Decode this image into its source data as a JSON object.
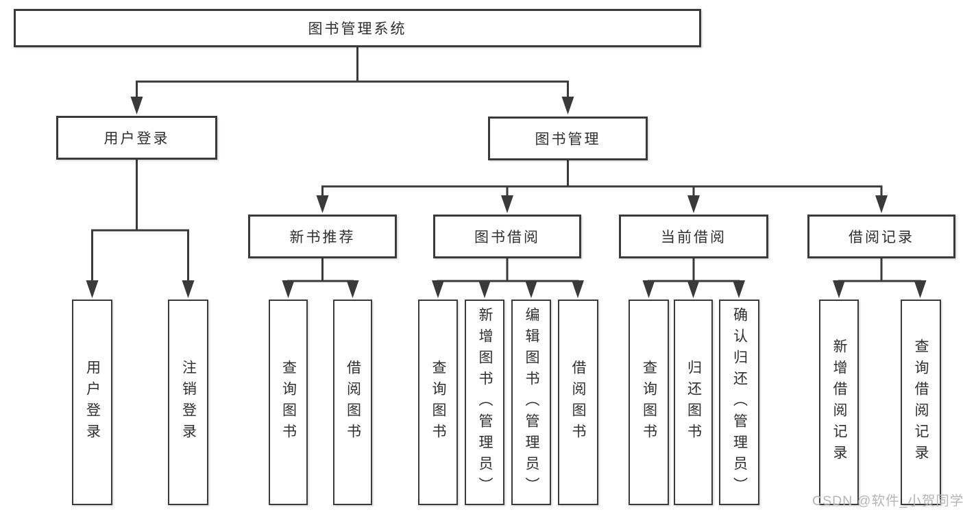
{
  "diagram": {
    "title": "图书管理系统",
    "branches": [
      {
        "label": "用户登录",
        "children": [
          "用户登录",
          "注销登录"
        ]
      },
      {
        "label": "图书管理",
        "children": [
          {
            "label": "新书推荐",
            "children": [
              "查询图书",
              "借阅图书"
            ]
          },
          {
            "label": "图书借阅",
            "children": [
              "查询图书",
              "新增图书（管理员）",
              "编辑图书（管理员）",
              "借阅图书"
            ]
          },
          {
            "label": "当前借阅",
            "children": [
              "查询图书",
              "归还图书",
              "确认归还（管理员）"
            ]
          },
          {
            "label": "借阅记录",
            "children": [
              "新增借阅记录",
              "查询借阅记录"
            ]
          }
        ]
      }
    ]
  },
  "watermark": {
    "text": "CSDN @软件_小贺同学"
  },
  "colors": {
    "line": "#3a3a3a",
    "text": "#2f2f2f",
    "watermark": "#b5b5b5",
    "background": "#ffffff"
  }
}
